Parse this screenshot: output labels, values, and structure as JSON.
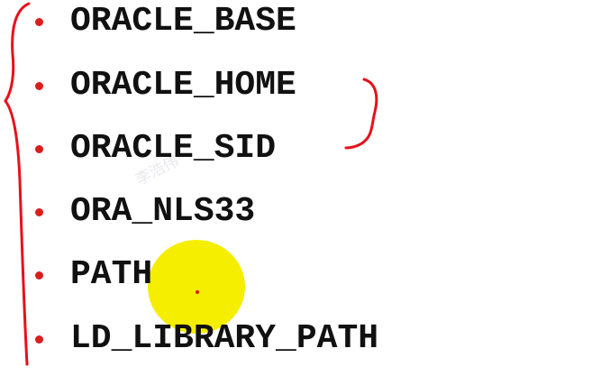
{
  "items": [
    {
      "label": "ORACLE_BASE"
    },
    {
      "label": "ORACLE_HOME"
    },
    {
      "label": "ORACLE_SID"
    },
    {
      "label": "ORA_NLS33"
    },
    {
      "label": "PATH"
    },
    {
      "label": "LD_LIBRARY_PATH"
    }
  ],
  "watermark": "李浩伟",
  "colors": {
    "text": "#111111",
    "bullet": "#dd1c1c",
    "annotation": "#e8101a",
    "highlight": "#f5ee00"
  }
}
